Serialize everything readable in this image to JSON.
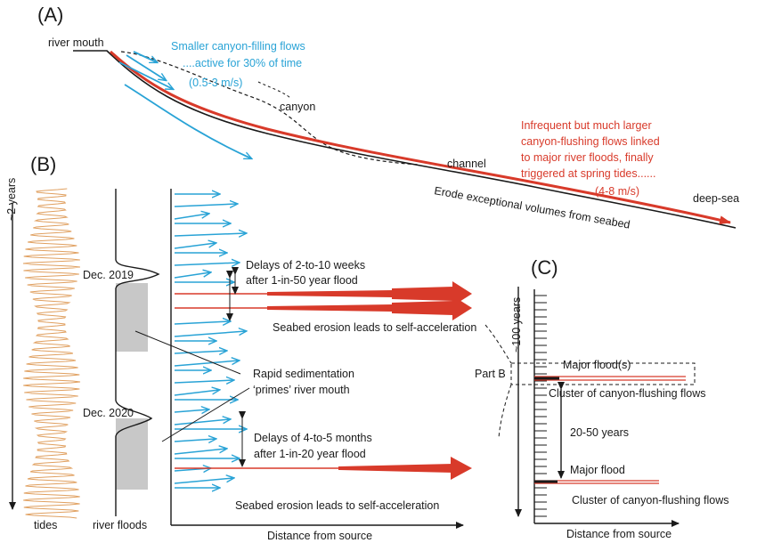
{
  "panels": {
    "a": {
      "label": "(A)",
      "river_mouth": "river mouth",
      "canyon": "canyon",
      "channel": "channel",
      "deep_sea": "deep-sea",
      "erode_text": "Erode exceptional volumes from seabed",
      "small_flows": {
        "line1": "Smaller canyon-filling flows",
        "line2": "....active for 30% of time",
        "speed": "(0.5-3 m/s)"
      },
      "large_flows": {
        "line1": "Infrequent but much larger",
        "line2": "canyon-flushing flows linked",
        "line3": "to major river floods, finally",
        "line4": "triggered at spring tides......",
        "speed": "(4-8 m/s)"
      }
    },
    "b": {
      "label": "(B)",
      "time_axis": "~2 years",
      "tides": "tides",
      "river_floods": "river floods",
      "distance": "Distance from source",
      "flood1": "Dec. 2019",
      "flood2": "Dec. 2020",
      "delay1_line1": "Delays of 2-to-10 weeks",
      "delay1_line2": "after 1-in-50 year flood",
      "delay2_line1": "Delays of 4-to-5 months",
      "delay2_line2": "after 1-in-20 year flood",
      "erosion1": "Seabed erosion leads to self-acceleration",
      "erosion2": "Seabed erosion leads to self-acceleration",
      "rapid_line1": "Rapid sedimentation",
      "rapid_line2": "‘primes’ river mouth"
    },
    "c": {
      "label": "(C)",
      "time_axis": "~100 years",
      "part_b": "Part B",
      "major_floods": "Major flood(s)",
      "cluster1": "Cluster of canyon-flushing flows",
      "interval": "20-50 years",
      "major_flood": "Major flood",
      "cluster2": "Cluster of canyon-flushing flows",
      "distance": "Distance from source"
    }
  },
  "colors": {
    "blue": "#29a3d6",
    "red": "#d83a2a",
    "orange": "#e0a060",
    "grey": "#c8c8c8",
    "black": "#1a1a1a"
  }
}
